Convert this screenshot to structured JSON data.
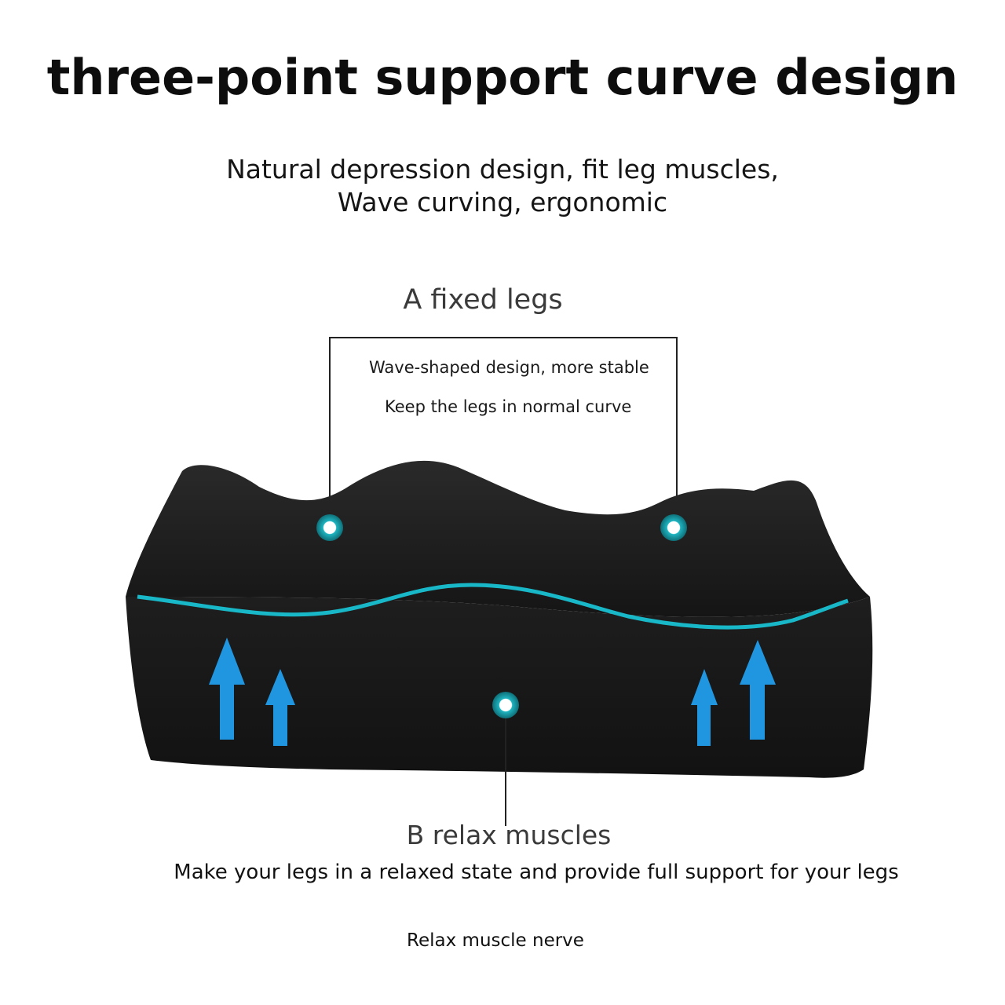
{
  "title": "three-point support curve design",
  "subtitle": {
    "line1": "Natural depression design, fit leg muscles,",
    "line2": "Wave curving, ergonomic"
  },
  "point_a": {
    "label": "A fixed legs",
    "line1": "Wave-shaped design, more stable",
    "line2": "Keep the legs in normal curve"
  },
  "point_b": {
    "label": "B relax muscles",
    "description": "Make your legs in a relaxed state and provide full support for your legs"
  },
  "footer": "Relax muscle nerve",
  "colors": {
    "cushion": "#1c1c1c",
    "accent_line": "#19b8c8",
    "marker": "#1fb5c1",
    "arrow": "#2196e0"
  }
}
